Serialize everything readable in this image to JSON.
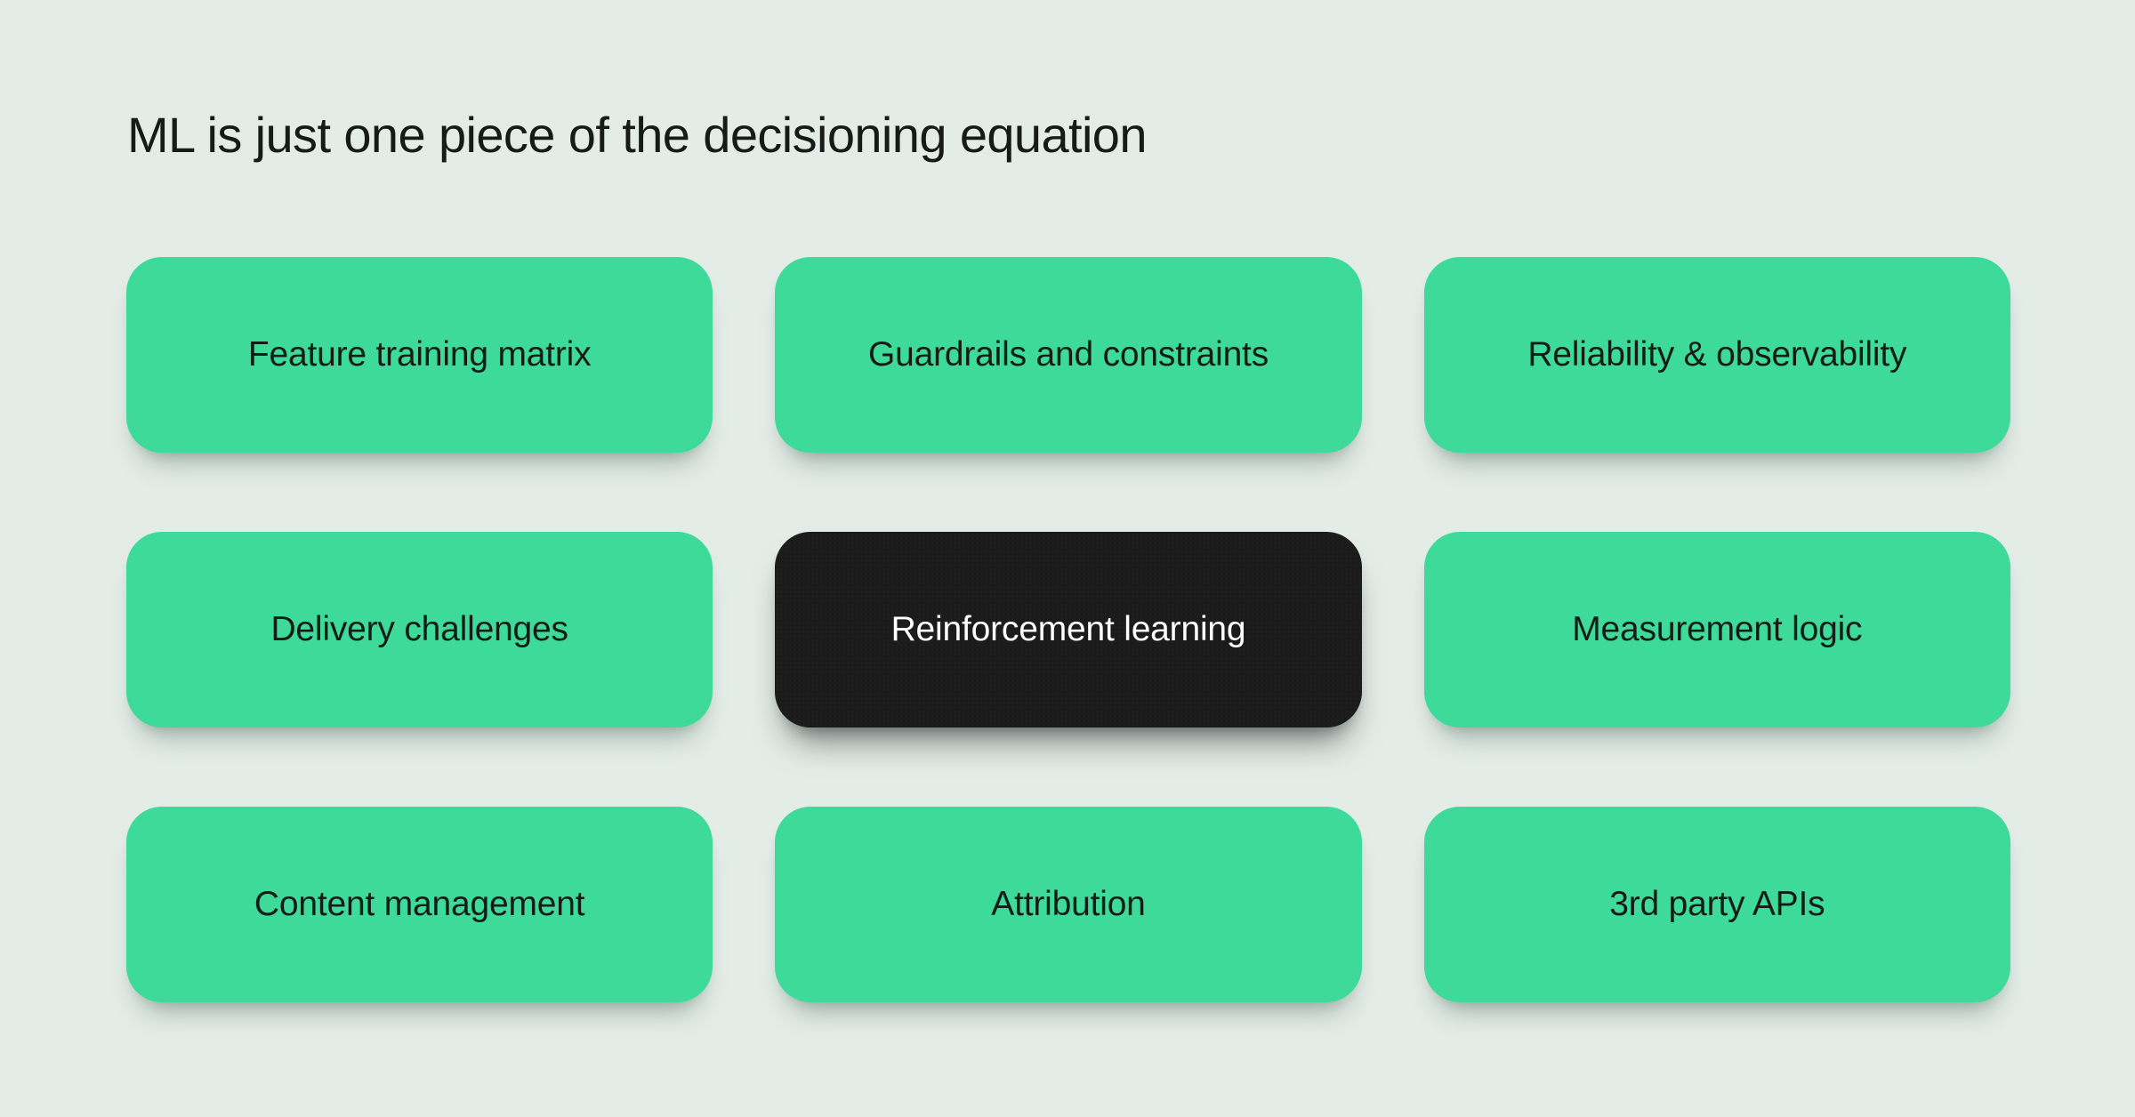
{
  "title": "ML is just one piece of the decisioning equation",
  "colors": {
    "background": "#e3ece7",
    "card_green": "#3eda9a",
    "card_dark": "#1b1b1b",
    "title_text": "#161a18",
    "text_on_green": "#131c17",
    "text_on_dark": "#ffffff"
  },
  "cards": [
    {
      "label": "Feature training matrix",
      "variant": "green"
    },
    {
      "label": "Guardrails and constraints",
      "variant": "green"
    },
    {
      "label": "Reliability & observability",
      "variant": "green"
    },
    {
      "label": "Delivery challenges",
      "variant": "green"
    },
    {
      "label": "Reinforcement learning",
      "variant": "dark"
    },
    {
      "label": "Measurement logic",
      "variant": "green"
    },
    {
      "label": "Content management",
      "variant": "green"
    },
    {
      "label": "Attribution",
      "variant": "green"
    },
    {
      "label": "3rd party APIs",
      "variant": "green"
    }
  ]
}
